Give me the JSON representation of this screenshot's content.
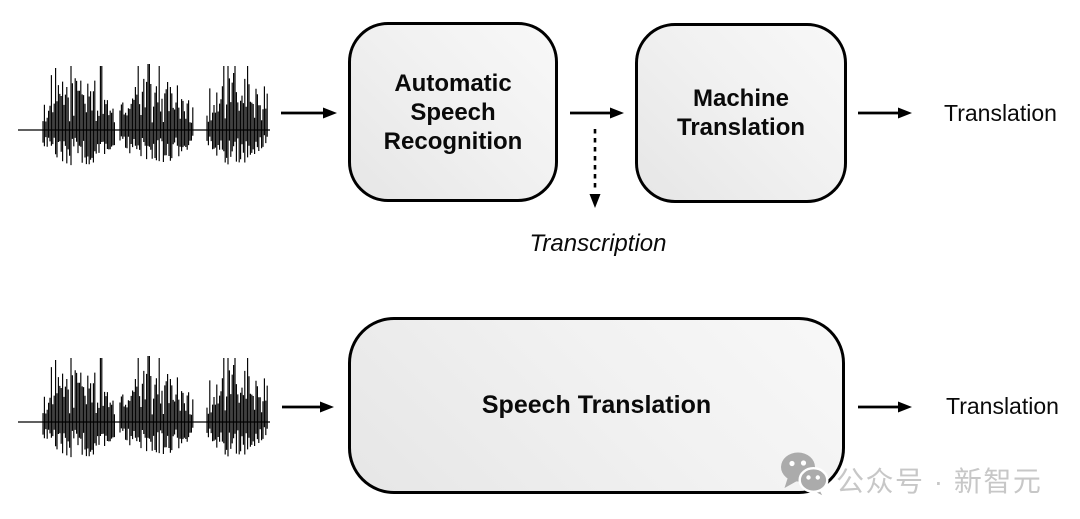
{
  "cascade_pipeline": {
    "asr_box_label": "Automatic Speech Recognition",
    "mt_box_label": "Machine Translation",
    "transcription_label": "Transcription",
    "output_label": "Translation"
  },
  "end_to_end_pipeline": {
    "st_box_label": "Speech Translation",
    "output_label": "Translation"
  },
  "watermark": {
    "icon": "wechat-icon",
    "text": "公众号 · 新智元"
  },
  "colors": {
    "box_border": "#000000",
    "box_fill_light": "#f8f8f8",
    "box_fill_dark": "#e6e6e6",
    "arrow": "#000000",
    "waveform": "#000000",
    "watermark_text_gray": "#c7c7c7",
    "watermark_icon_gray": "#ababab"
  }
}
